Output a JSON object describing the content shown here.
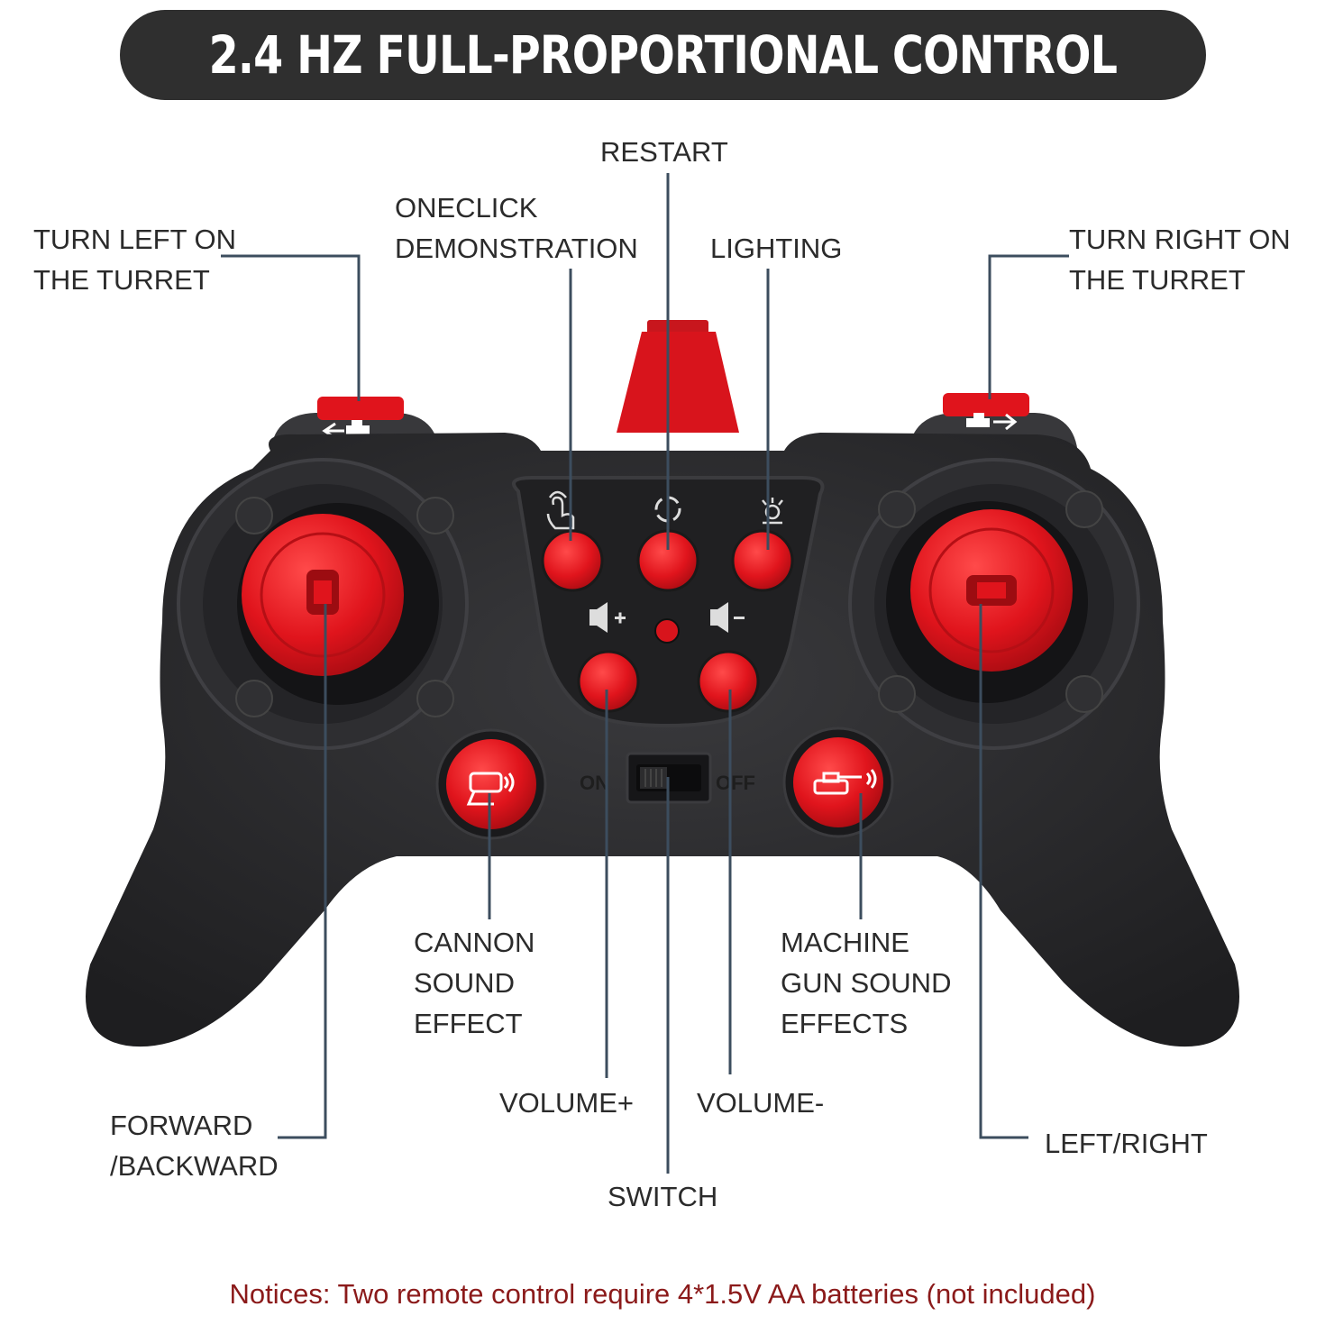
{
  "title": "2.4 HZ FULL-PROPORTIONAL CONTROL",
  "labels": {
    "turn_left_l1": "TURN LEFT ON",
    "turn_left_l2": "THE TURRET",
    "oneclick_l1": "ONECLICK",
    "oneclick_l2": "DEMONSTRATION",
    "restart": "RESTART",
    "lighting": "LIGHTING",
    "turn_right_l1": "TURN RIGHT ON",
    "turn_right_l2": "THE TURRET",
    "cannon_l1": "CANNON",
    "cannon_l2": "SOUND",
    "cannon_l3": "EFFECT",
    "machine_l1": "MACHINE",
    "machine_l2": "GUN SOUND",
    "machine_l3": "EFFECTS",
    "volume_plus": "VOLUME+",
    "volume_minus": "VOLUME-",
    "forward_l1": "FORWARD",
    "forward_l2": "/BACKWARD",
    "left_right": "LEFT/RIGHT",
    "switch": "SWITCH"
  },
  "switch_on": "ON",
  "switch_off": "OFF",
  "notice": "Notices: Two remote control require 4*1.5V AA batteries (not included)",
  "colors": {
    "banner": "#2f2f2f",
    "controller_body": "#2a2a2c",
    "button_red": "#e0141c",
    "leader_line": "#3c4d5e",
    "notice_text": "#8b1a1a"
  },
  "icons": [
    "hand-tap-icon",
    "restart-icon",
    "light-icon",
    "volume-up-icon",
    "volume-down-icon",
    "cannon-icon",
    "tank-gun-icon",
    "turret-left-icon",
    "turret-right-icon"
  ]
}
